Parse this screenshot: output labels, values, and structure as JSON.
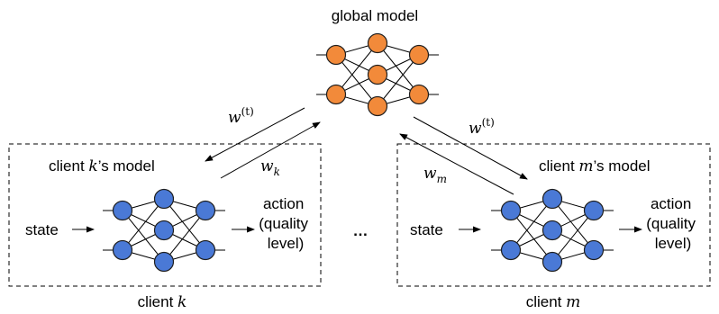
{
  "global": {
    "title": "global model",
    "node_color": "#F28A3A",
    "node_stroke": "#1F1F1F"
  },
  "client_node_color": "#4A79D6",
  "client_node_stroke": "#1F1F1F",
  "client_k": {
    "model_prefix": "client ",
    "model_var": "k",
    "model_suffix": "’s model",
    "state": "state",
    "action_lines": [
      "action",
      "(quality",
      "level)"
    ],
    "footer_prefix": "client ",
    "footer_var": "k",
    "upload_weight": "w",
    "upload_sub": "k"
  },
  "client_m": {
    "model_prefix": "client ",
    "model_var": "m",
    "model_suffix": "’s model",
    "state": "state",
    "action_lines": [
      "action",
      "(quality",
      "level)"
    ],
    "footer_prefix": "client ",
    "footer_var": "m",
    "upload_weight": "w",
    "upload_sub": "m"
  },
  "download_weight": "w",
  "download_sup": "(t)",
  "ellipsis": "…"
}
